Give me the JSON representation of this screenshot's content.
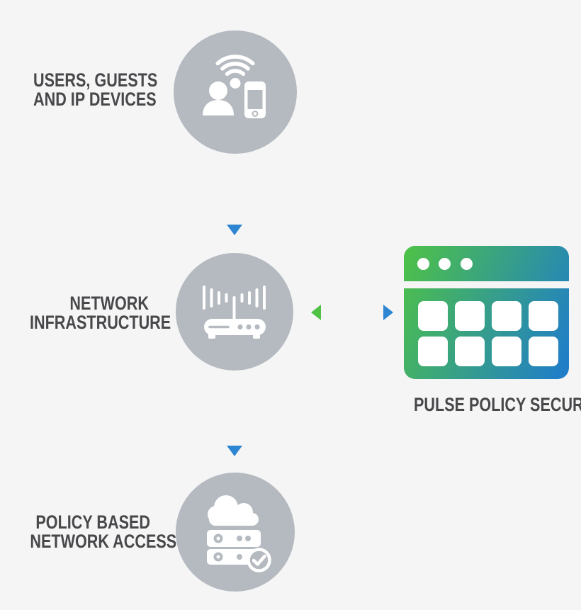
{
  "colors": {
    "background": "#f5f5f6",
    "node_gray": "#b5bac0",
    "text": "#48484b",
    "green": "#4fc246",
    "blue": "#2e86d2",
    "blue_deep": "#1e7bcd"
  },
  "nodes": [
    {
      "id": "users",
      "label_line1": "USERS, GUESTS",
      "label_line2": "AND IP DEVICES",
      "icon": "user-wifi-phone-icon"
    },
    {
      "id": "network",
      "label_line1": "NETWORK",
      "label_line2": "INFRASTRUCTURE",
      "icon": "wireless-router-icon"
    },
    {
      "id": "policy",
      "label_line1": "POLICY BASED",
      "label_line2": "NETWORK ACCESS",
      "icon": "cloud-server-check-icon"
    }
  ],
  "appliance": {
    "label": "PULSE POLICY SECURE",
    "icon": "app-window-grid-icon",
    "window_dots": 3,
    "grid_cells": 8
  },
  "arrows": [
    {
      "from": "users",
      "to": "network",
      "direction": "down"
    },
    {
      "from": "network",
      "to": "appliance",
      "direction": "both"
    },
    {
      "from": "network",
      "to": "policy",
      "direction": "down"
    }
  ]
}
